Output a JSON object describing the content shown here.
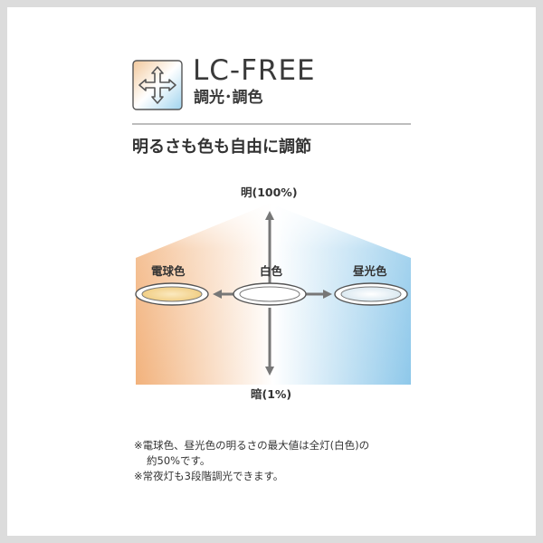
{
  "brand": {
    "name": "LC-FREE",
    "subtitle": "調光･調色",
    "logo_icon": "four-way-arrows-icon",
    "logo_colors": [
      "#f2c89b",
      "#9fd3ee"
    ]
  },
  "headline": "明るさも色も自由に調節",
  "diagram": {
    "top_label": "明(100%)",
    "bottom_label": "暗(1%)",
    "lights": [
      {
        "label": "電球色",
        "color": "#f5d9a0"
      },
      {
        "label": "白色",
        "color": "#ffffff"
      },
      {
        "label": "昼光色",
        "color": "#e8f2f7"
      }
    ],
    "gradient": {
      "warm": "#f2b27c",
      "neutral": "#ffffff",
      "cool": "#8ec8ea"
    },
    "arrow_color": "#777777"
  },
  "notes": {
    "line1": "※電球色、昼光色の明るさの最大値は全灯(白色)の",
    "line1b": "約50%です。",
    "line2": "※常夜灯も3段階調光できます。"
  }
}
